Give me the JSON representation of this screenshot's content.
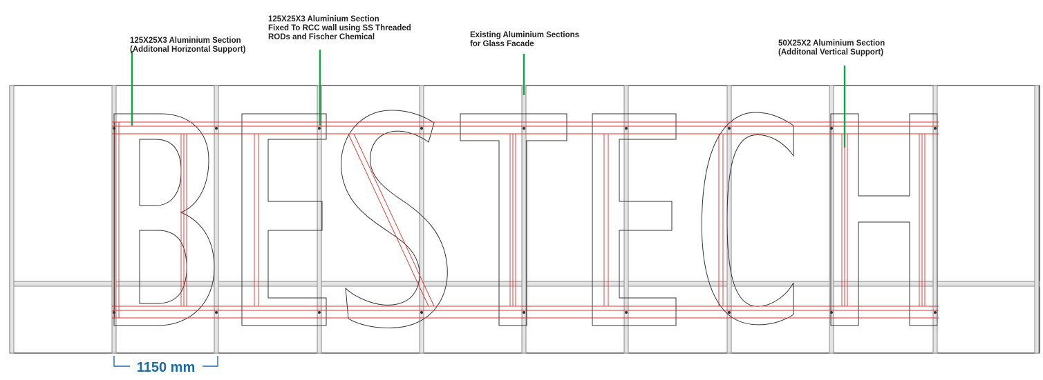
{
  "callouts": [
    {
      "id": "horizontal-support",
      "lines": [
        "125X25X3 Aluminium Section",
        "(Additonal Horizontal Support)"
      ]
    },
    {
      "id": "rcc-fixing",
      "lines": [
        "125X25X3 Aluminium Section",
        "Fixed To RCC wall using SS Threaded",
        "RODs and Fischer Chemical"
      ]
    },
    {
      "id": "existing-facade",
      "lines": [
        "Existing Aluminium Sections",
        "for Glass Facade"
      ]
    },
    {
      "id": "vertical-support",
      "lines": [
        "50X25X2 Aluminium Section",
        "(Additonal Vertical Support)"
      ]
    }
  ],
  "letters": [
    "B",
    "E",
    "S",
    "T",
    "E",
    "C",
    "H"
  ],
  "dimension": {
    "label": "1150 mm"
  },
  "colors": {
    "outline": "#333333",
    "mullion": "#9a9a9a",
    "support": "#e0302c",
    "leader": "#12a54a",
    "dimension": "#1f6aa5"
  }
}
